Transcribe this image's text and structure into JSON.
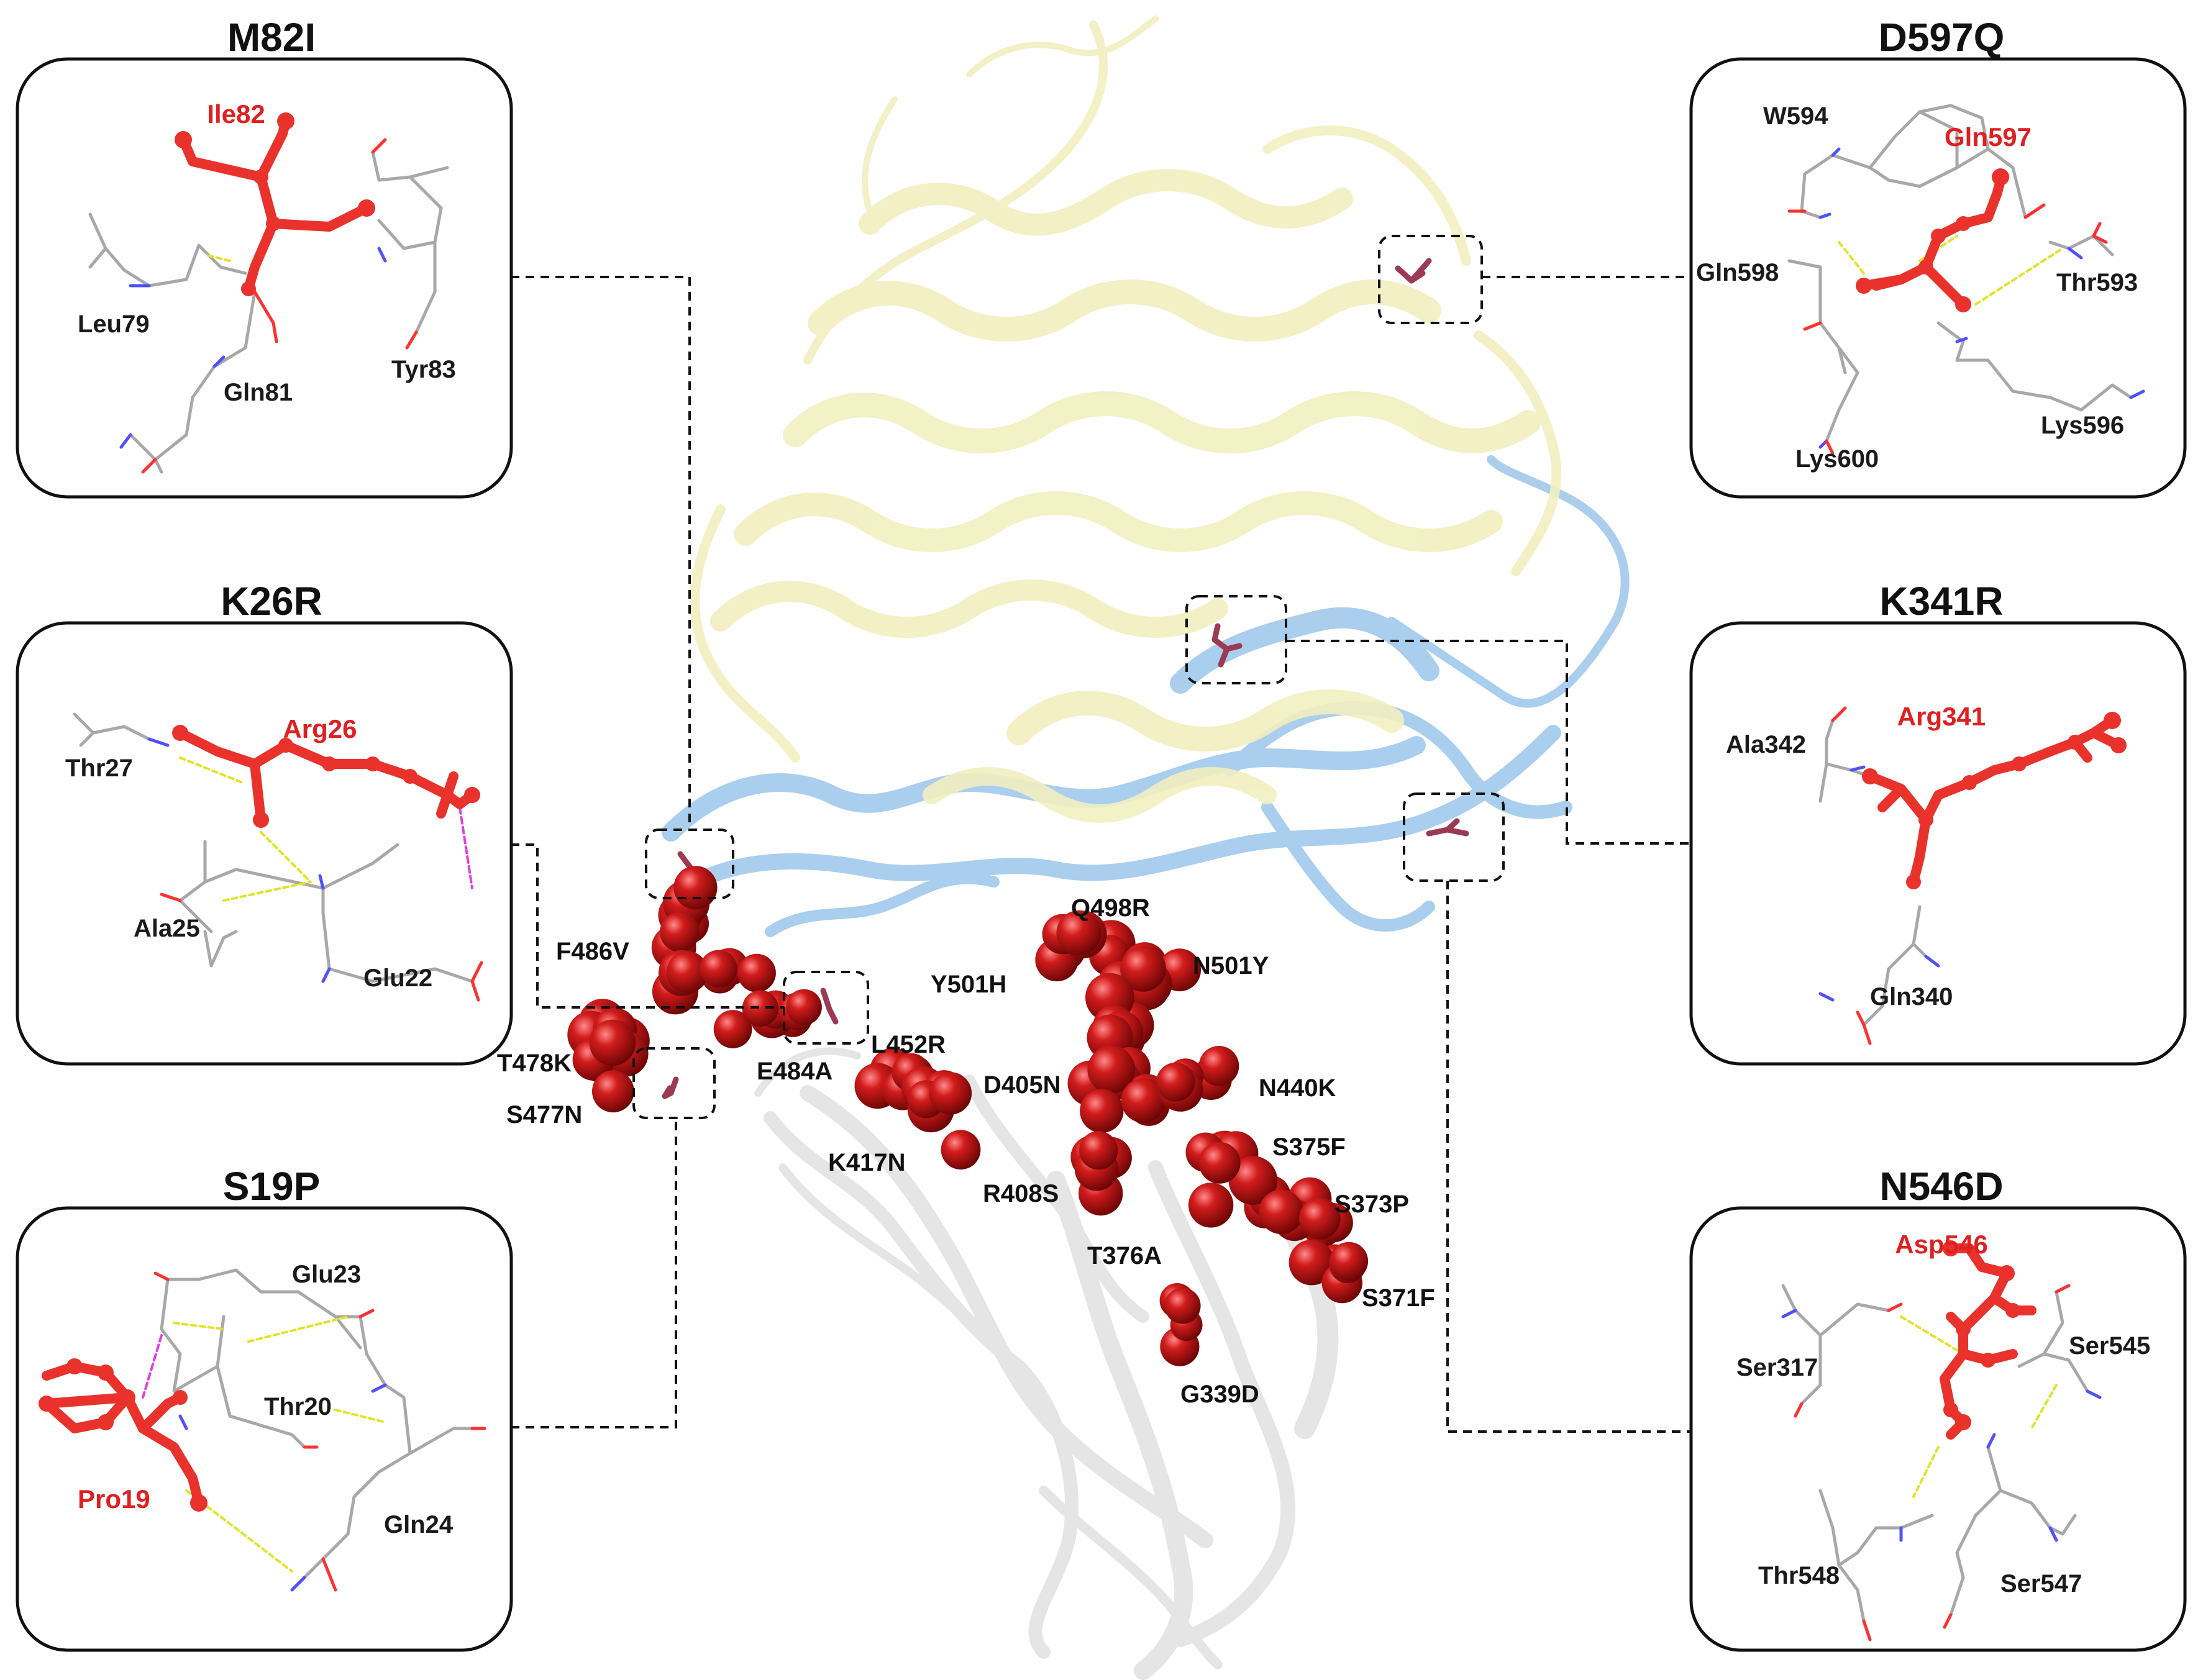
{
  "colors": {
    "mutant": "#e8322b",
    "wild_stick": "#a9a9a9",
    "nitrogen": "#4040ff",
    "oxygen": "#ff3030",
    "hbond": "#e2e22a",
    "salt_bridge": "#e040e0",
    "sphere": "#c8141a",
    "ace2_ribbon": "#f3f0c4",
    "rbd_ribbon": "#8fbfe8",
    "spike_core": "#e4e4e4",
    "site_stick": "#9b3a52"
  },
  "panels": {
    "m82i": {
      "title": "M82I",
      "mutant": "Ile82",
      "residues": [
        "Leu79",
        "Gln81",
        "Tyr83"
      ]
    },
    "k26r": {
      "title": "K26R",
      "mutant": "Arg26",
      "residues": [
        "Thr27",
        "Ala25",
        "Glu22"
      ]
    },
    "s19p": {
      "title": "S19P",
      "mutant": "Pro19",
      "residues": [
        "Glu23",
        "Thr20",
        "Gln24"
      ]
    },
    "d597q": {
      "title": "D597Q",
      "mutant": "Gln597",
      "residues": [
        "W594",
        "Gln598",
        "Thr593",
        "Lys596",
        "Lys600"
      ]
    },
    "k341r": {
      "title": "K341R",
      "mutant": "Arg341",
      "residues": [
        "Ala342",
        "Gln340"
      ]
    },
    "n546d": {
      "title": "N546D",
      "mutant": "Asp546",
      "residues": [
        "Ser317",
        "Ser545",
        "Thr548",
        "Ser547"
      ]
    }
  },
  "rbd_mutations": [
    "F486V",
    "T478K",
    "S477N",
    "E484A",
    "Q498R",
    "Y501H",
    "N501Y",
    "L452R",
    "D405N",
    "K417N",
    "R408S",
    "N440K",
    "S375F",
    "S373P",
    "T376A",
    "S371F",
    "G339D"
  ]
}
